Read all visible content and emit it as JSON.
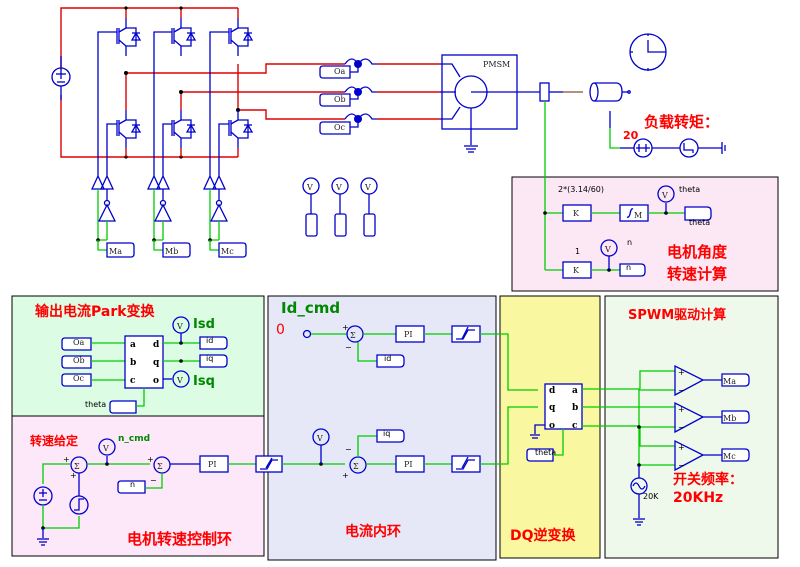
{
  "panels": {
    "park": {
      "title": "输出电流Park变换",
      "bg": "#dcfce4"
    },
    "id_loop": {
      "title": "Id_cmd",
      "bg": "#e6e8f8"
    },
    "dq_inv": {
      "title": "DQ逆变换",
      "bg": "#f9f7a0"
    },
    "spwm": {
      "title": "SPWM驱动计算",
      "bg": "#eef9ec"
    },
    "speed_loop": {
      "title": "电机转速控制环",
      "bg": "#fce8f8"
    },
    "current_loop": {
      "title": "电流内环"
    },
    "angle_speed": {
      "title_line1": "电机角度",
      "title_line2": "转速计算",
      "bg": "#fce8f4"
    }
  },
  "motor": {
    "label": "PMSM"
  },
  "load": {
    "title": "负载转矩：",
    "value": "20"
  },
  "phase_labels": {
    "a": "Oa",
    "b": "Ob",
    "c": "Oc"
  },
  "gate_labels": {
    "a": "Ma",
    "b": "Mb",
    "c": "Mc"
  },
  "angle_calc": {
    "gain1_expr": "2*(3.14/60)",
    "gain1_symbol": "K",
    "gain2_value": "1",
    "gain2_symbol": "K",
    "theta_meter": "theta",
    "theta_label": "theta",
    "n_meter": "n",
    "n_label": "n"
  },
  "park_block": {
    "inputs": [
      "a",
      "b",
      "c"
    ],
    "outputs": [
      "d",
      "q",
      "o"
    ],
    "out_labels": {
      "d": "id",
      "q": "iq"
    },
    "meters": {
      "d": "Isd",
      "o": "Isq"
    },
    "theta_label": "theta"
  },
  "id_loop": {
    "const_value": "0",
    "feedback_label": "id",
    "pi_label": "PI",
    "sum_plus": "+",
    "sum_minus": "−"
  },
  "speed_loop": {
    "setpoint_title": "转速给定",
    "meter_label": "n_cmd",
    "feedback_label": "n",
    "pi_label": "PI",
    "plus": "+",
    "minus": "−"
  },
  "iq_loop": {
    "feedback_label": "iq",
    "pi_label": "PI"
  },
  "dq_block": {
    "inputs": [
      "d",
      "q",
      "o"
    ],
    "outputs": [
      "a",
      "b",
      "c"
    ],
    "theta_label": "theta"
  },
  "spwm": {
    "carrier_label": "20K",
    "freq_title": "开关频率：",
    "freq_value": "20KHz",
    "comp_plus": "+",
    "comp_minus": "−"
  },
  "meter_symbol": "V",
  "colors": {
    "wire_blue": "#0000cc",
    "wire_power": "#dd0000",
    "wire_signal": "#00cc00",
    "title_red": "#ff0000",
    "title_green": "#008800"
  }
}
